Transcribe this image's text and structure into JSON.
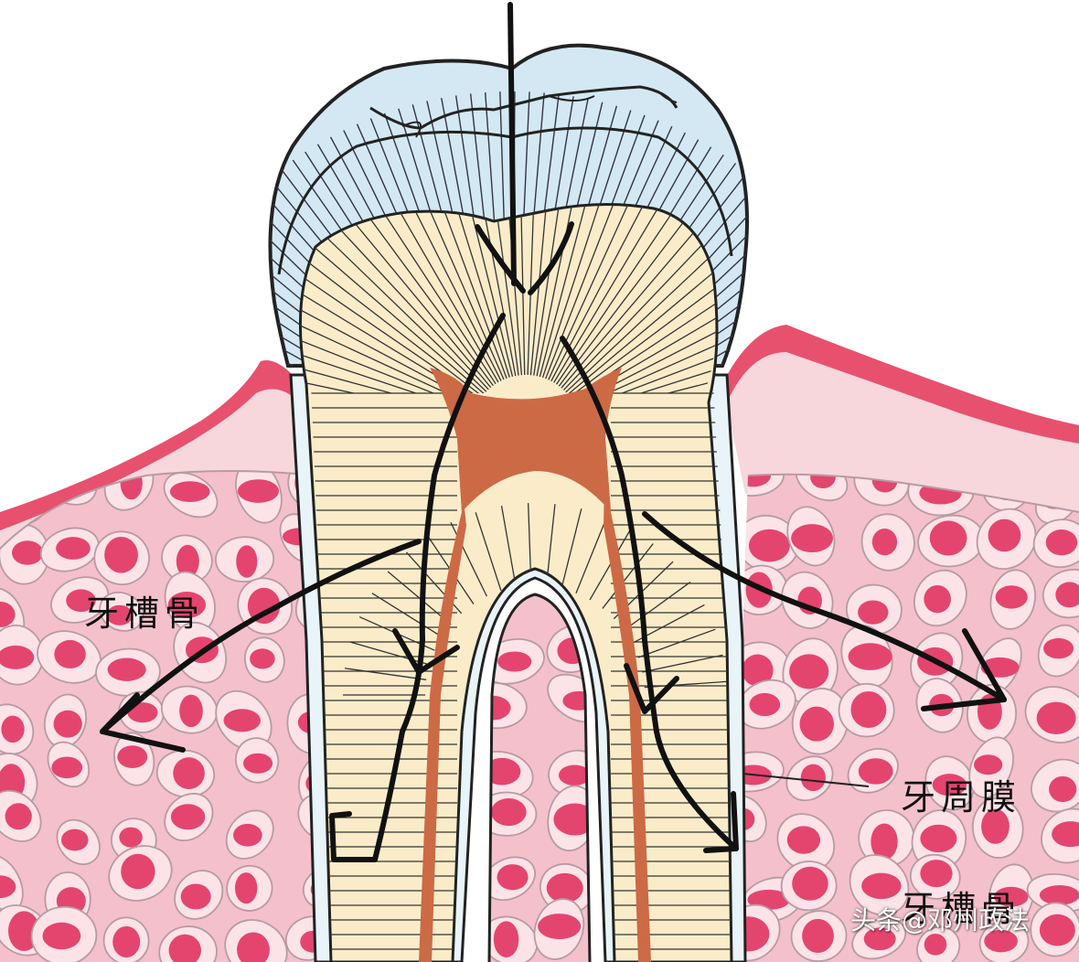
{
  "labels": {
    "alveolar_bone_left": "牙槽骨",
    "periodontal_ligament": "牙周膜",
    "alveolar_bone_bottom": "牙槽骨"
  },
  "watermark": "头条@邓州政法",
  "colors": {
    "background": "#ffffff",
    "gum_outer": "#e8516e",
    "gum_inner": "#f7d7dc",
    "bone_base": "#f4c0cc",
    "bone_spot": "#e4456e",
    "bone_cell_outline": "#b89aa3",
    "enamel": "#d3e8f3",
    "dentin": "#fbecc9",
    "pulp": "#cc6a45",
    "cementum": "#e9f4f8",
    "outline": "#222222",
    "arrows": "#111111"
  }
}
